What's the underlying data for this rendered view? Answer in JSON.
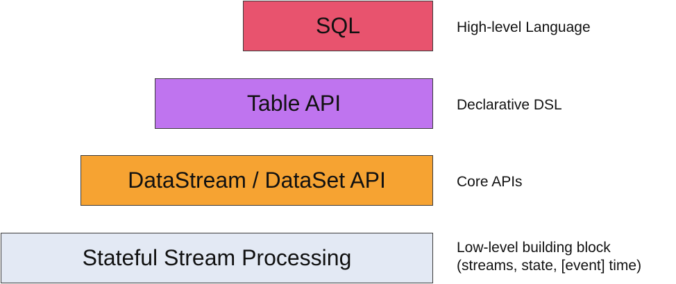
{
  "layers": [
    {
      "label": "SQL",
      "description": [
        "High-level Language"
      ],
      "fill": "#e8536e"
    },
    {
      "label": "Table API",
      "description": [
        "Declarative DSL"
      ],
      "fill": "#bf74ef"
    },
    {
      "label": "DataStream / DataSet API",
      "description": [
        "Core APIs"
      ],
      "fill": "#f6a332"
    },
    {
      "label": "Stateful Stream Processing",
      "description": [
        "Low-level building block",
        "(streams, state, [event] time)"
      ],
      "fill": "#e3e9f4"
    }
  ]
}
